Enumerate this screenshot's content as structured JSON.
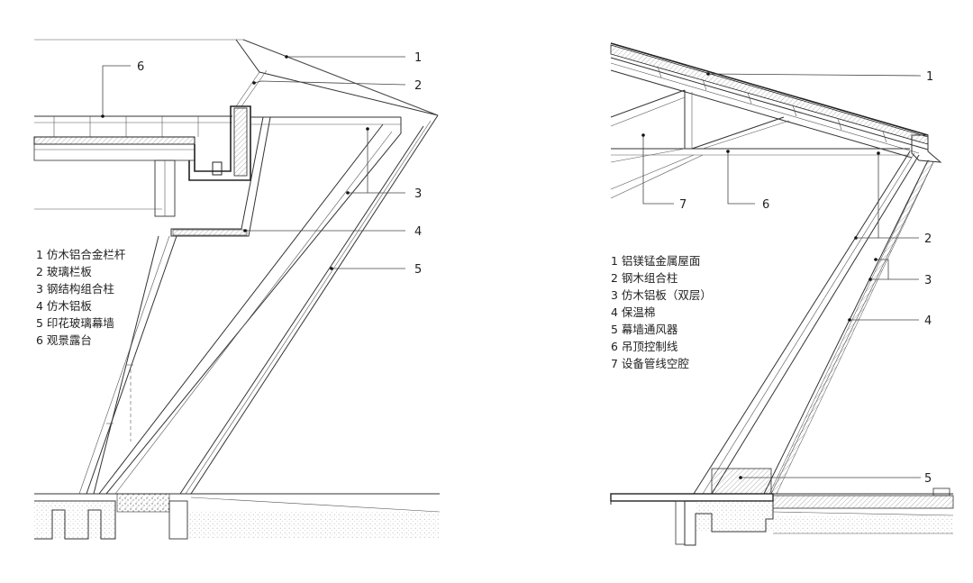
{
  "left_diagram": {
    "callouts": [
      "1",
      "2",
      "3",
      "4",
      "5",
      "6"
    ],
    "legend": [
      "1  仿木铝合金栏杆",
      "2  玻璃栏板",
      "3  钢结构组合柱",
      "4  仿木铝板",
      "5  印花玻璃幕墙",
      "6  观景露台"
    ]
  },
  "right_diagram": {
    "callouts": [
      "1",
      "2",
      "3",
      "4",
      "5",
      "6",
      "7"
    ],
    "legend": [
      "1  铝镁锰金属屋面",
      "2  钢木组合柱",
      "3  仿木铝板（双层）",
      "4  保温棉",
      "5  幕墙通风器",
      "6  吊顶控制线",
      "7  设备管线空腔"
    ]
  }
}
